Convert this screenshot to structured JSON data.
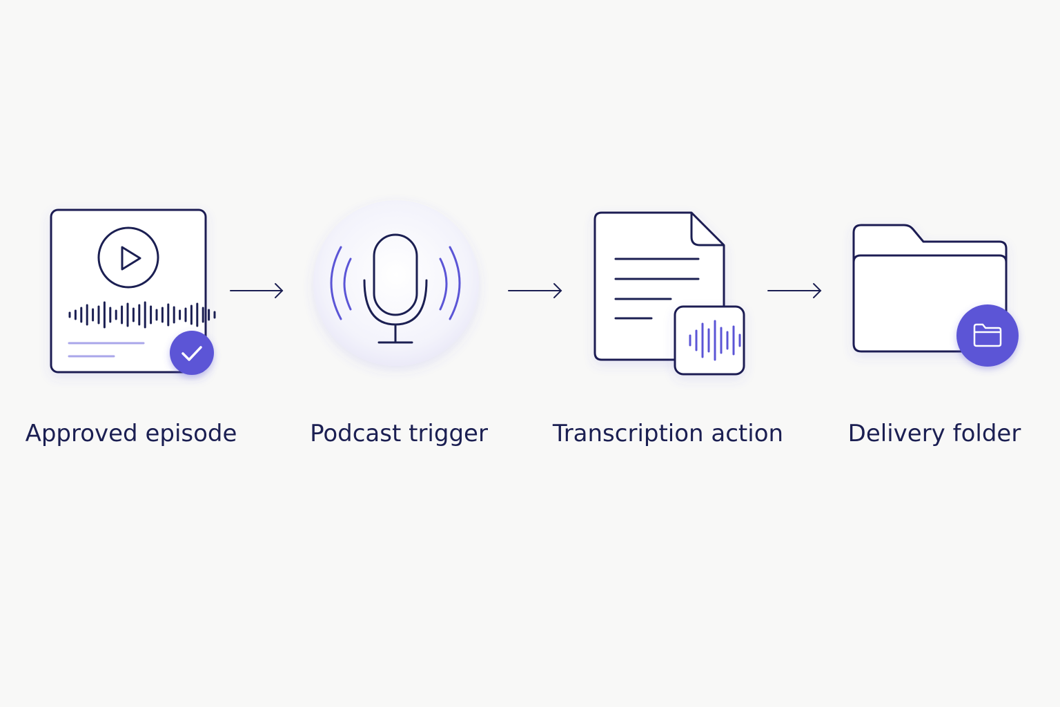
{
  "colors": {
    "background": "#f8f8f7",
    "stroke": "#1b1f52",
    "accent": "#5b55d6",
    "accent_light": "#a9a6ea"
  },
  "steps": [
    {
      "label": "Approved episode",
      "icon": "audio-card-icon",
      "badge": "check-icon"
    },
    {
      "label": "Podcast trigger",
      "icon": "microphone-icon"
    },
    {
      "label": "Transcription action",
      "icon": "document-icon",
      "badge": "waveform-icon"
    },
    {
      "label": "Delivery folder",
      "icon": "folder-icon",
      "badge": "folder-icon"
    }
  ],
  "connectors": [
    "arrow-right-icon",
    "arrow-right-icon",
    "arrow-right-icon"
  ]
}
